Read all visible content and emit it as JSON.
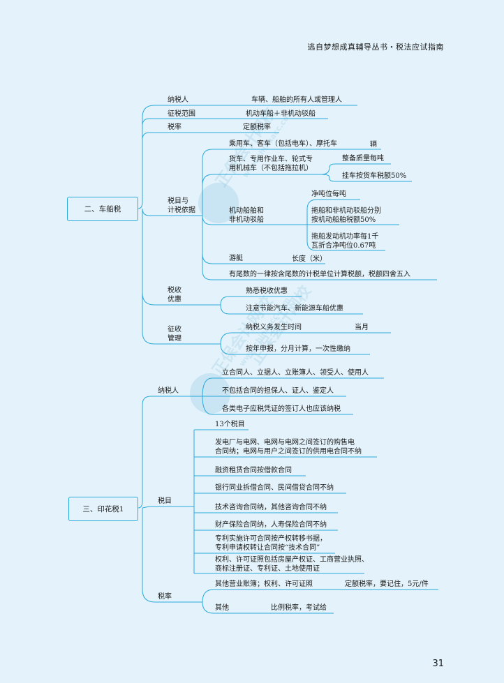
{
  "header": {
    "title": "逃自梦想成真辅导丛书・税法应试指南"
  },
  "page_number": "31",
  "watermark": {
    "text": "正保会计网校",
    "url": "www.chinaacc.com"
  },
  "section2": {
    "title": "二、车船税",
    "taxpayer": {
      "label": "纳税人",
      "value": "车辆、船舶的所有人或管理人"
    },
    "scope": {
      "label": "征税范围",
      "value": "机动车船＋非机动驳船"
    },
    "rate": {
      "label": "税率",
      "value": "定额税率"
    },
    "basis": {
      "label1": "税目与",
      "label2": "计税依据",
      "passenger": {
        "label": "乘用车、客车（包括电车）、摩托车",
        "unit": "辆"
      },
      "truck": {
        "line1": "货车、专用作业车、轮式专",
        "line2": "用机械车（不包括拖拉机）",
        "item1": "整备质量每吨",
        "item2": "挂车按货车税额50%"
      },
      "ship": {
        "line1": "机动船舶和",
        "line2": "非机动驳船",
        "item1": "净吨位每吨",
        "item2_line1": "拖船和非机动驳船分别",
        "item2_line2": "按机动船舶税额50%",
        "item3_line1": "拖船发动机功率每1千",
        "item3_line2": "瓦折合净吨位0.67吨"
      },
      "yacht": {
        "label": "游艇",
        "value": "长度（米）"
      },
      "rounding": "有尾数的一律按含尾数的计税单位计算税额，税额四舍五入"
    },
    "preference": {
      "label1": "税收",
      "label2": "优惠",
      "item1": "熟悉税收优惠",
      "item2": "注意节能汽车、新能源车船优惠"
    },
    "admin": {
      "label1": "征收",
      "label2": "管理",
      "item1": "纳税义务发生时间",
      "item1_value": "当月",
      "item2": "按年申报，分月计算，一次性缴纳"
    }
  },
  "section3": {
    "title": "三、印花税1",
    "taxpayer": {
      "label": "纳税人",
      "items": [
        "立合同人、立据人、立账簿人、领受人、使用人",
        "不包括合同的担保人、证人、鉴定人",
        "各类电子应税凭证的签订人也应该纳税"
      ]
    },
    "items": {
      "label": "税目",
      "count": "13个税目",
      "power_line1": "发电厂与电网、电网与电网之间签订的购售电",
      "power_line2": "合同纳；电网与用户之间签订的供用电合同不纳",
      "leasing": "融资租赁合同按借款合同",
      "bank": "银行同业拆借合同、民间借贷合同不纳",
      "tech": "技术咨询合同纳，其他咨询合同不纳",
      "insurance": "财产保险合同纳，人寿保险合同不纳",
      "patent_line1": "专利实施许可合同按产权转移书据，",
      "patent_line2": "专利申请权转让合同按“技术合同”",
      "license_line1": "权利、许可证照包括房屋产权证、工商营业执照、",
      "license_line2": "商标注册证、专利证、土地使用证"
    },
    "rate": {
      "label": "税率",
      "other_books": "其他营业账簿；权利、许可证照",
      "other_books_value": "定额税率，要记住，5元/件",
      "other": "其他",
      "other_value": "比例税率，考试给"
    }
  }
}
